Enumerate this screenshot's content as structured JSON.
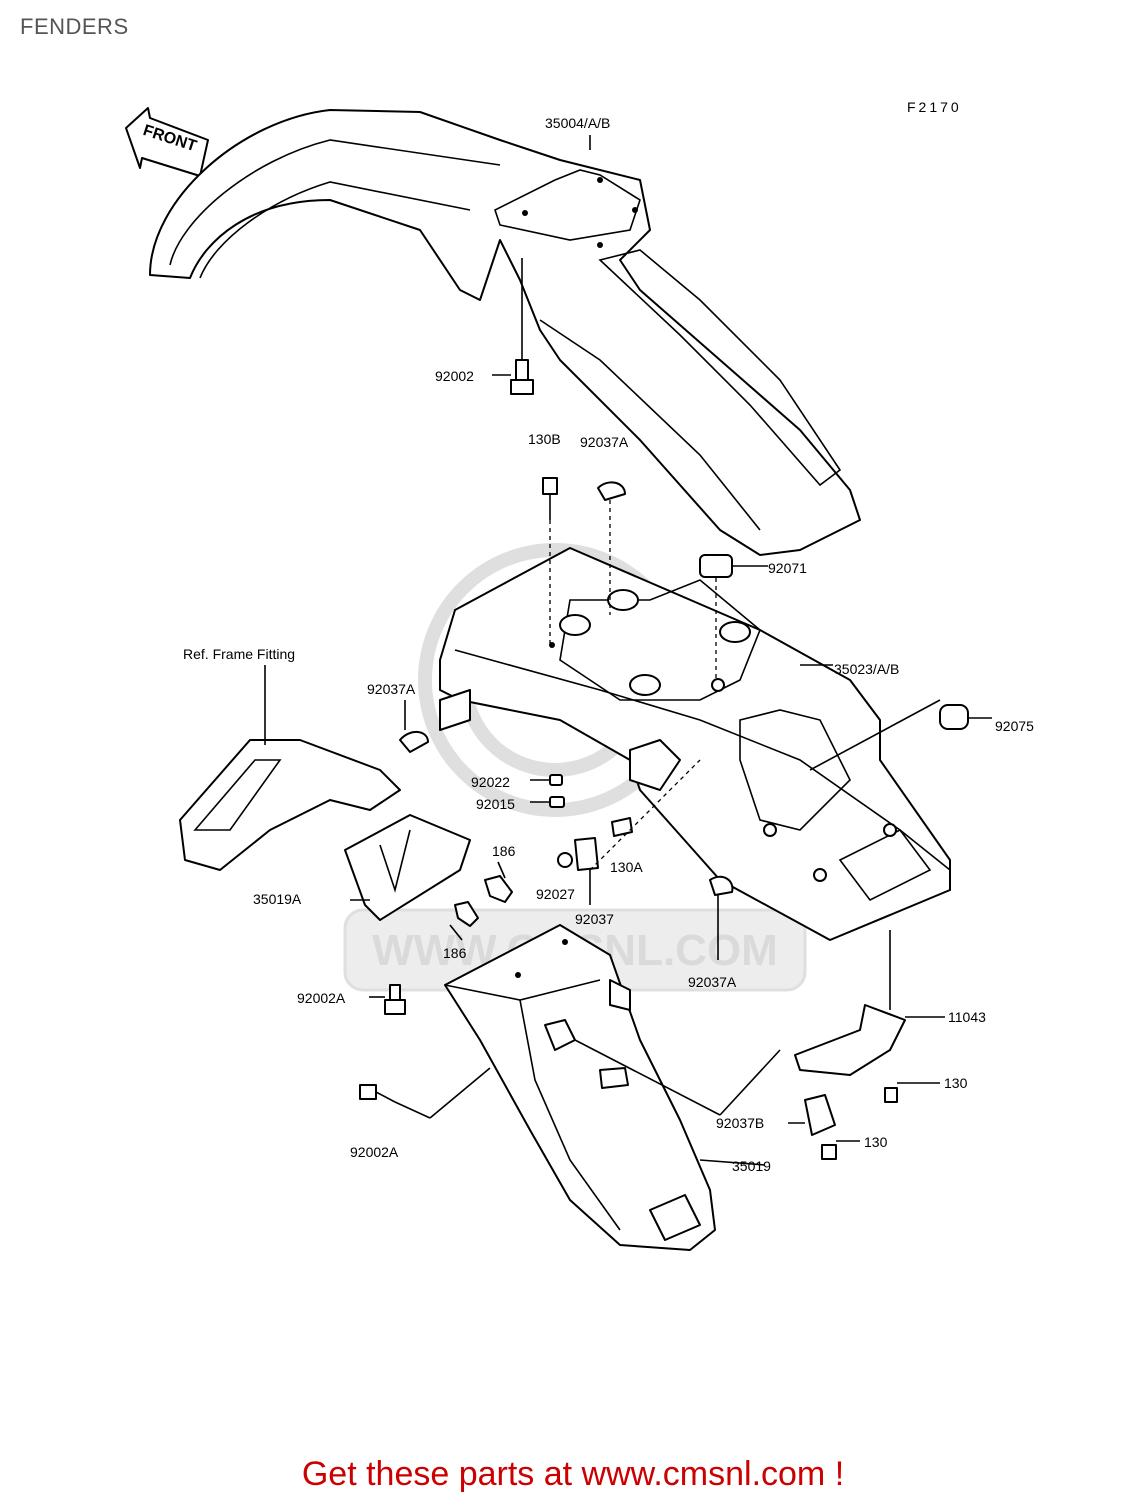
{
  "page": {
    "title": "FENDERS",
    "figure_code": "F2170",
    "front_arrow_label": "FRONT",
    "watermark_text": "WWW.CMSNL.COM",
    "footer_link": "Get these parts at www.cmsnl.com !"
  },
  "callouts": {
    "c35004": "35004/A/B",
    "c92002": "92002",
    "c130B": "130B",
    "c92037A_top": "92037A",
    "c92071": "92071",
    "c35023": "35023/A/B",
    "c92075": "92075",
    "c_ref_frame": "Ref. Frame Fitting",
    "c92037A_left": "92037A",
    "c92022": "92022",
    "c92015": "92015",
    "c186_top": "186",
    "c130A": "130A",
    "c92027": "92027",
    "c35019A": "35019A",
    "c92037": "92037",
    "c186_bottom": "186",
    "c92037A_bottom": "92037A",
    "c92002A_top": "92002A",
    "c11043": "11043",
    "c130_right": "130",
    "c92037B": "92037B",
    "c130_bottom": "130",
    "c92002A_bottom": "92002A",
    "c35019": "35019"
  }
}
